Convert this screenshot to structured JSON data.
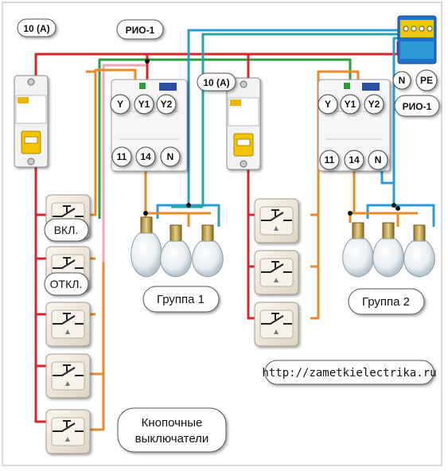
{
  "labels": {
    "breaker_left": "10 (A)",
    "breaker_right": "10 (A)",
    "relay_left": "РИО-1",
    "relay_right": "РИО-1",
    "on": "ВКЛ.",
    "off": "ОТКЛ.",
    "group1": "Группа 1",
    "group2": "Группа 2",
    "url": "http://zametkielectrika.ru",
    "pushbuttons_line1": "Кнопочные",
    "pushbuttons_line2": "выключатели",
    "N": "N",
    "PE": "PE"
  },
  "terminals": {
    "y": "Y",
    "y1": "Y1",
    "y2": "Y2",
    "t11": "11",
    "t14": "14",
    "n": "N"
  },
  "colors": {
    "phase": "#d6262b",
    "neutral": "#2b9bd6",
    "control": "#e88a2a",
    "ground": "#2c9c3a",
    "pink": "#f3a6b5",
    "teal": "#24a5a5"
  }
}
